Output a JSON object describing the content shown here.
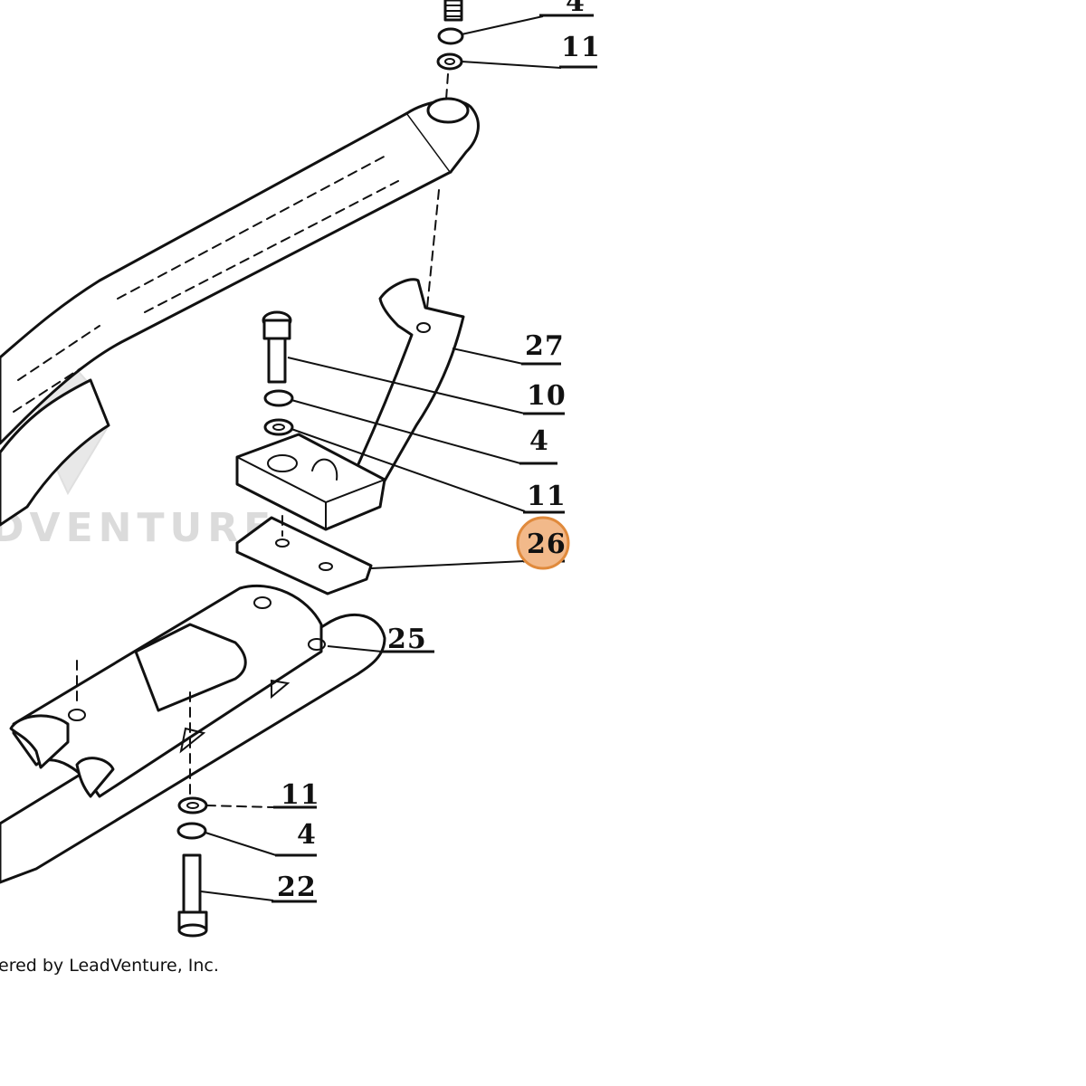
{
  "diagram": {
    "callouts": [
      {
        "id": "c-4-top",
        "label": "4"
      },
      {
        "id": "c-11-top",
        "label": "11"
      },
      {
        "id": "c-27",
        "label": "27"
      },
      {
        "id": "c-10",
        "label": "10"
      },
      {
        "id": "c-4-mid",
        "label": "4"
      },
      {
        "id": "c-11-mid",
        "label": "11"
      },
      {
        "id": "c-26",
        "label": "26",
        "highlighted": true
      },
      {
        "id": "c-25",
        "label": "25"
      },
      {
        "id": "c-11-bot",
        "label": "11"
      },
      {
        "id": "c-4-bot",
        "label": "4"
      },
      {
        "id": "c-22",
        "label": "22"
      }
    ],
    "highlight_color": "#f2b98a",
    "highlight_border": "#e08a3c",
    "line_color": "#111111"
  },
  "watermark": {
    "text": "DVENTURE",
    "logo_icon": "leadventure-logo-icon"
  },
  "footer": {
    "credit": "ered by LeadVenture, Inc."
  }
}
